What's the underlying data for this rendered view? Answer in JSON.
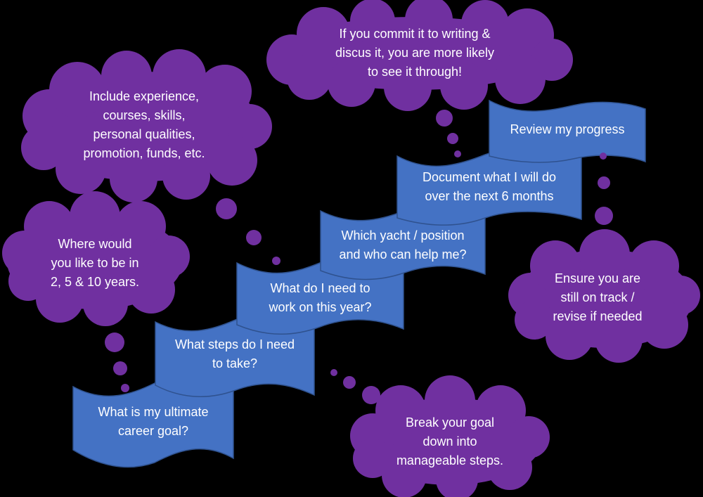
{
  "colors": {
    "background": "#000000",
    "step_fill": "#4472C4",
    "step_stroke": "#2F528F",
    "thought_fill": "#7030A0",
    "text": "#FFFFFF"
  },
  "steps": [
    {
      "id": "step-1",
      "lines": [
        "What is my ultimate",
        "career goal?"
      ]
    },
    {
      "id": "step-2",
      "lines": [
        "What steps do I need",
        "to take?"
      ]
    },
    {
      "id": "step-3",
      "lines": [
        "What do I need to",
        "work on this year?"
      ]
    },
    {
      "id": "step-4",
      "lines": [
        "Which yacht / position",
        "and who can help me?"
      ]
    },
    {
      "id": "step-5",
      "lines": [
        "Document what I will do",
        "over the next 6 months"
      ]
    },
    {
      "id": "step-6",
      "lines": [
        "Review my progress"
      ]
    }
  ],
  "thoughts": [
    {
      "id": "thought-top",
      "lines": [
        "If you commit it to writing &",
        "discus it, you are more likely",
        "to see it through!"
      ]
    },
    {
      "id": "thought-upper-left",
      "lines": [
        "Include experience,",
        "courses, skills,",
        "personal qualities,",
        "promotion, funds, etc."
      ]
    },
    {
      "id": "thought-left",
      "lines": [
        "Where would",
        "you like to be in",
        "2, 5 & 10 years."
      ]
    },
    {
      "id": "thought-right",
      "lines": [
        "Ensure you are",
        "still on track /",
        "revise if needed"
      ]
    },
    {
      "id": "thought-bottom",
      "lines": [
        "Break your goal",
        "down into",
        "manageable steps."
      ]
    }
  ]
}
